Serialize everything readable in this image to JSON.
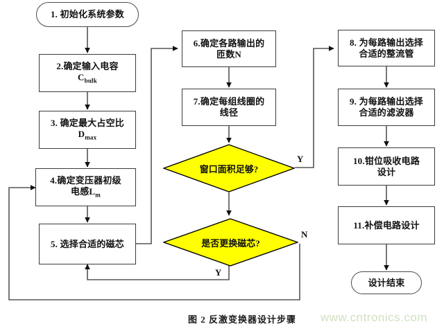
{
  "figure": {
    "caption": "图 2  反激变换器设计步骤",
    "watermark": "www.cntronics.com",
    "colors": {
      "decision_fill": "#ffff00",
      "decision_stroke": "#000000",
      "box_stroke": "#3a3a3a",
      "line": "#555555",
      "text": "#111111",
      "watermark": "#cfe0c2",
      "background": "#ffffff"
    }
  },
  "nodes": {
    "start": {
      "label": "1. 初始化系统参数",
      "shape": "terminator"
    },
    "step2": {
      "line1": "2.确定输入电容",
      "line2": "C",
      "sub2": "bulk",
      "shape": "process"
    },
    "step3": {
      "line1": "3. 确定最大占空比",
      "line2": "D",
      "sub2": "max",
      "shape": "process"
    },
    "step4": {
      "line1": "4.确定变压器初级",
      "line2": "电感L",
      "sub2": "m",
      "shape": "process"
    },
    "step5": {
      "line1": "5. 选择合适的磁芯",
      "shape": "process"
    },
    "step6": {
      "line1": "6.确定各路输出的",
      "line2": "匝数N",
      "shape": "process"
    },
    "step7": {
      "line1": "7.确定每组线圈的",
      "line2": "线径",
      "shape": "process"
    },
    "dec1": {
      "label": "窗口面积足够?",
      "shape": "decision"
    },
    "dec2": {
      "label": "是否更换磁芯?",
      "shape": "decision"
    },
    "step8": {
      "line1": "8. 为每路输出选择",
      "line2": "合适的整流管",
      "shape": "process"
    },
    "step9": {
      "line1": "9. 为每路输出选择",
      "line2": "合适的滤波器",
      "shape": "process"
    },
    "step10": {
      "line1": "10.钳位吸收电路",
      "line2": "设计",
      "shape": "process"
    },
    "step11": {
      "line1": "11.补偿电路设计",
      "shape": "process"
    },
    "end": {
      "label": "设计结束",
      "shape": "terminator"
    }
  },
  "edge_labels": {
    "dec1_yes": "Y",
    "dec2_no": "N",
    "dec2_yes": "Y"
  },
  "flow": [
    {
      "from": "start",
      "to": "step2",
      "label": ""
    },
    {
      "from": "step2",
      "to": "step3",
      "label": ""
    },
    {
      "from": "step3",
      "to": "step4",
      "label": ""
    },
    {
      "from": "step4",
      "to": "step5",
      "label": ""
    },
    {
      "from": "step5",
      "to": "step6",
      "label": ""
    },
    {
      "from": "step6",
      "to": "step7",
      "label": ""
    },
    {
      "from": "step7",
      "to": "dec1",
      "label": ""
    },
    {
      "from": "dec1",
      "to": "step8",
      "label": "Y"
    },
    {
      "from": "dec1",
      "to": "dec2",
      "label": ""
    },
    {
      "from": "dec2",
      "to": "step5",
      "label": "Y"
    },
    {
      "from": "dec2",
      "to": "step4",
      "label": "N"
    },
    {
      "from": "step8",
      "to": "step9",
      "label": ""
    },
    {
      "from": "step9",
      "to": "step10",
      "label": ""
    },
    {
      "from": "step10",
      "to": "step11",
      "label": ""
    },
    {
      "from": "step11",
      "to": "end",
      "label": ""
    }
  ]
}
